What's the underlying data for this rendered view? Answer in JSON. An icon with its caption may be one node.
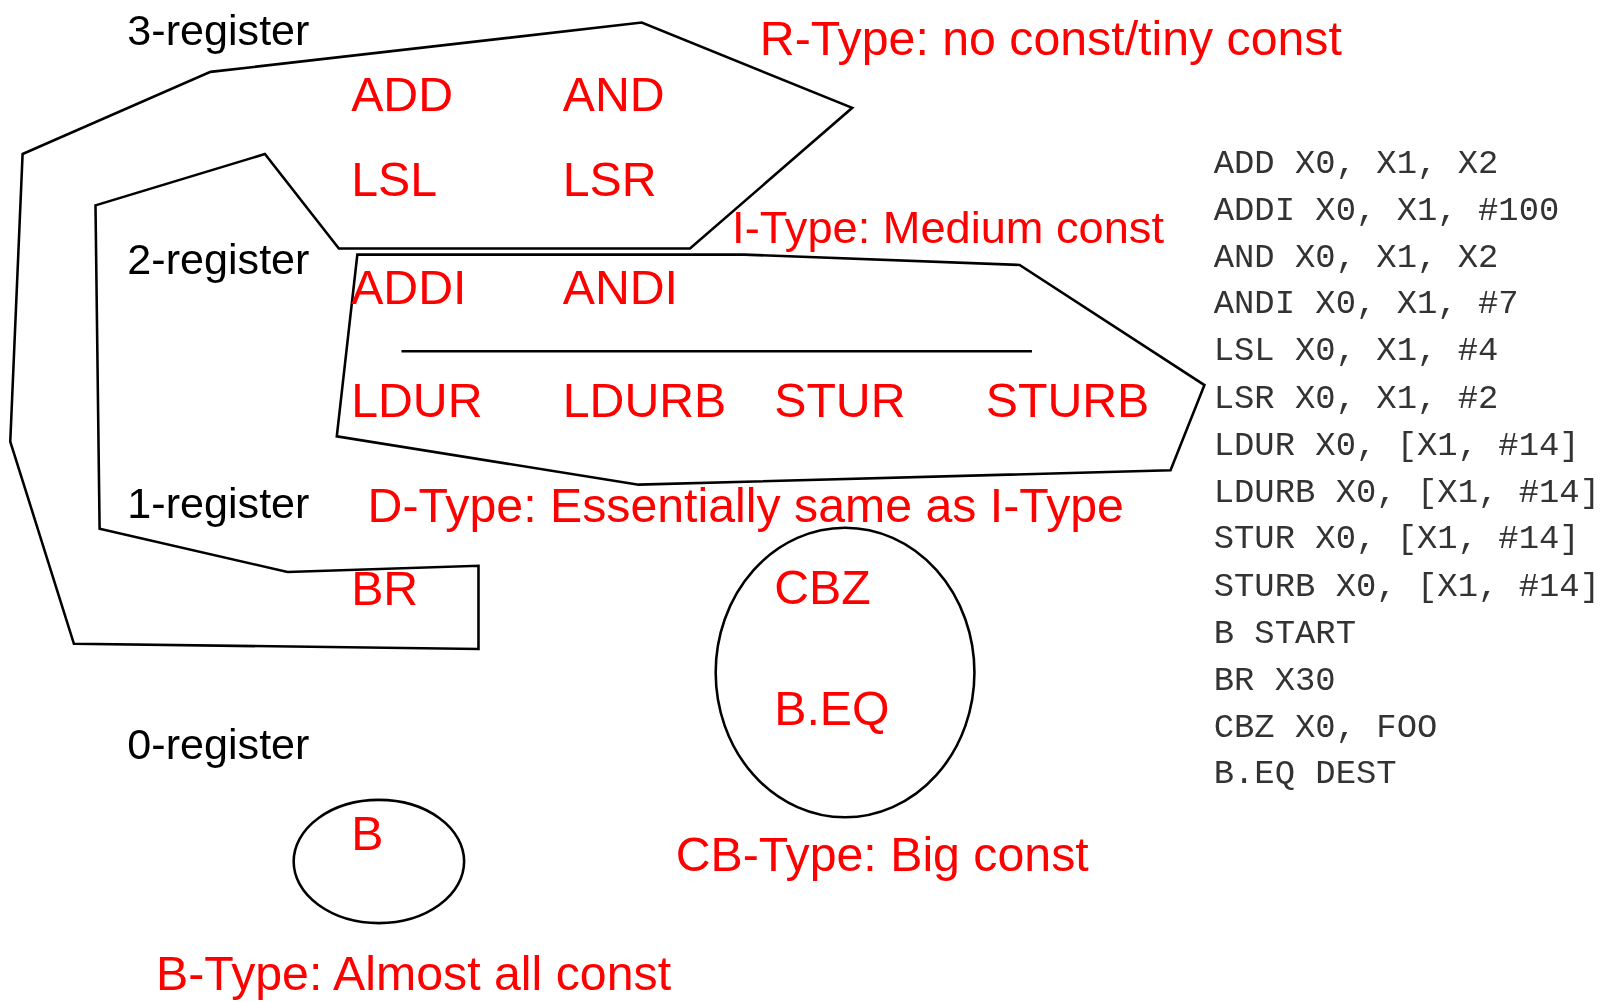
{
  "diagram": {
    "nodes": [
      {
        "text": [
          "R-Type: no const/tiny const",
          "ADD",
          "AND",
          "LSL",
          "LSR",
          "BR"
        ]
      },
      {
        "text": [
          "I-Type: Medium const",
          "ADDI",
          "ANDI",
          "LDUR",
          "LDURB",
          "STUR",
          "STURB",
          "D-Type: Essentially same as I-Type"
        ]
      },
      {
        "text": [
          "CBZ",
          "B.EQ",
          "CB-Type: Big const"
        ]
      },
      {
        "text": [
          "B",
          "B-Type: Almost all const"
        ]
      }
    ],
    "labels": [
      "3-register",
      "2-register",
      "1-register",
      "0-register",
      "ADD X0, X1, X2",
      "ADDI X0, X1, #100",
      "AND X0, X1, X2",
      "ANDI X0, X1, #7",
      "LSL X0, X1, #4",
      "LSR X0, X1, #2",
      "LDUR X0, [X1, #14]",
      "LDURB X0, [X1, #14]",
      "STUR X0, [X1, #14]",
      "STURB X0, [X1, #14]",
      "B START",
      "BR X30",
      "CBZ X0, FOO",
      "B.EQ DEST"
    ]
  }
}
